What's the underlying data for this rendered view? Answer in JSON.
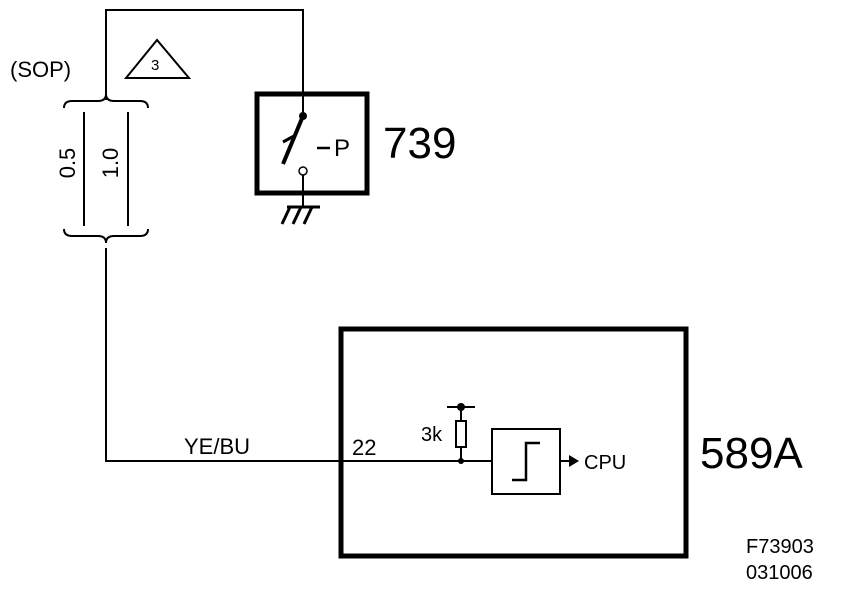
{
  "diagram": {
    "sop_label": "(SOP)",
    "triangle_number": "3",
    "wire_size_a": "0.5",
    "wire_size_b": "1.0",
    "switch": {
      "id": "739",
      "symbol_text": "P"
    },
    "module": {
      "id": "589A",
      "pin": "22",
      "resistor": "3k",
      "output": "CPU"
    },
    "wire_color": "YE/BU",
    "figure_code": "F73903",
    "date_code": "031006"
  }
}
